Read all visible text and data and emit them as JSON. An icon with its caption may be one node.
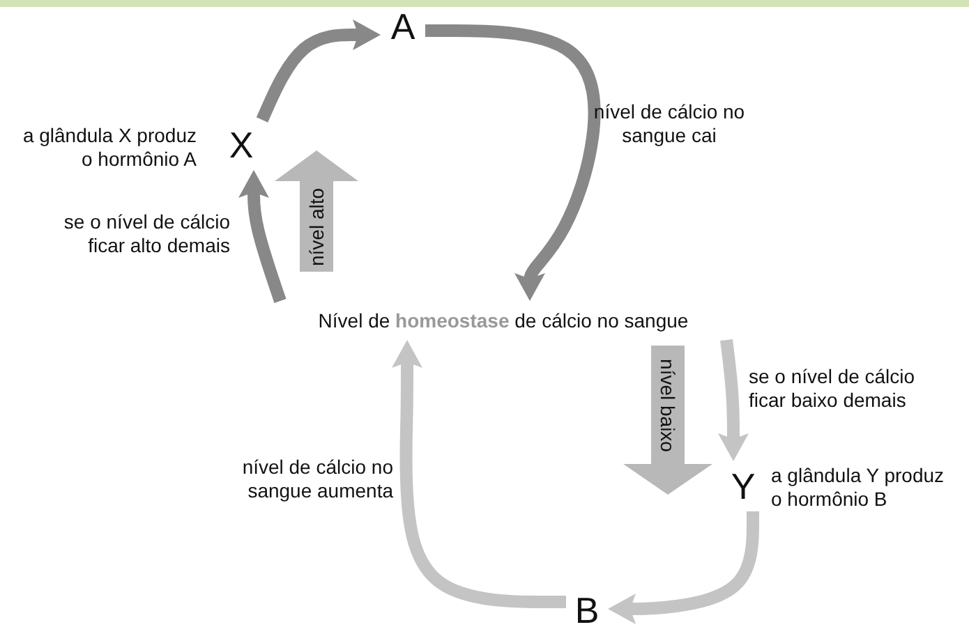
{
  "diagram": {
    "nodes": [
      {
        "text": [
          "Nível de **homeostase** de cálcio no sangue"
        ]
      },
      {
        "text": [
          "X"
        ],
        "beside": [
          "a glândula X produz o hormônio A"
        ]
      },
      {
        "text": [
          "A"
        ]
      },
      {
        "text": [
          "Y"
        ],
        "beside": [
          "a glândula Y produz o hormônio B"
        ]
      },
      {
        "text": [
          "B"
        ]
      },
      {
        "text": [
          "nível alto"
        ]
      },
      {
        "text": [
          "nível baixo"
        ]
      }
    ],
    "edges": [
      {
        "from": 0,
        "to": 1,
        "arrow": "to",
        "label": "se o nível de cálcio ficar alto demais",
        "color": "#888888"
      },
      {
        "from": 1,
        "to": 2,
        "arrow": "to",
        "color": "#888888"
      },
      {
        "from": 2,
        "to": 0,
        "arrow": "to",
        "label": "nível de cálcio no sangue cai",
        "color": "#888888"
      },
      {
        "from": 0,
        "to": 3,
        "arrow": "to",
        "label": "se o nível de cálcio ficar baixo demais",
        "color": "#c4c4c4"
      },
      {
        "from": 3,
        "to": 4,
        "arrow": "to",
        "color": "#c4c4c4"
      },
      {
        "from": 4,
        "to": 0,
        "arrow": "to",
        "label": "nível de cálcio no sangue aumenta",
        "color": "#c4c4c4"
      }
    ]
  }
}
